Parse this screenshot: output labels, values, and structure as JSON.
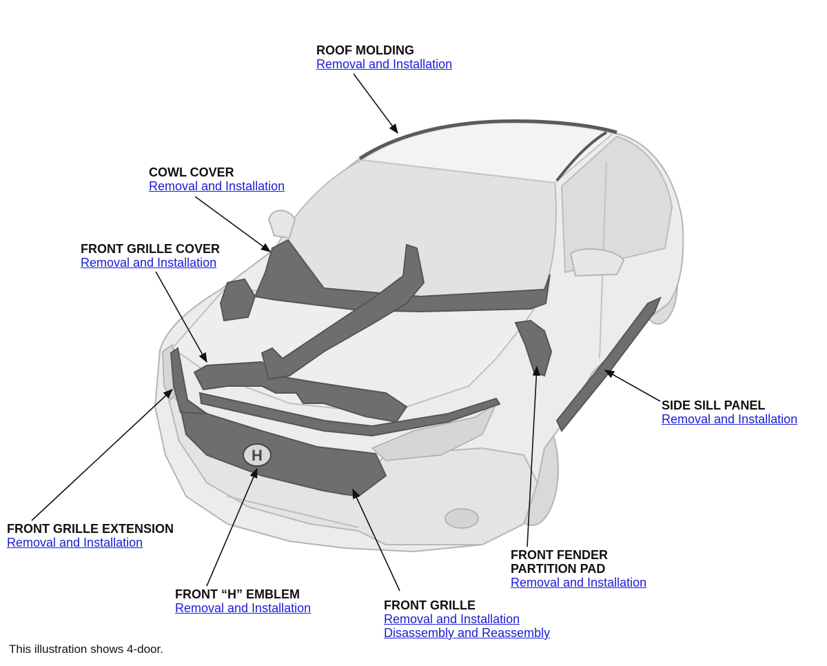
{
  "colors": {
    "link": "#1a1ad8",
    "body_light": "#e9e9e9",
    "body_mid": "#d6d6d6",
    "part_dark": "#6e6e6e",
    "outline": "#b4b4b4"
  },
  "callouts": {
    "roof_molding": {
      "title": "ROOF MOLDING",
      "links": [
        "Removal and Installation"
      ]
    },
    "cowl_cover": {
      "title": "COWL COVER",
      "links": [
        "Removal and Installation"
      ]
    },
    "front_grille_cover": {
      "title": "FRONT GRILLE COVER",
      "links": [
        "Removal and Installation"
      ]
    },
    "side_sill_panel": {
      "title": "SIDE SILL PANEL",
      "links": [
        "Removal and Installation"
      ]
    },
    "front_grille_extension": {
      "title": "FRONT GRILLE EXTENSION",
      "links": [
        "Removal and Installation"
      ]
    },
    "front_fender_partition_pad": {
      "title": "FRONT FENDER\nPARTITION PAD",
      "links": [
        "Removal and Installation"
      ]
    },
    "front_h_emblem": {
      "title": "FRONT “H” EMBLEM",
      "links": [
        "Removal and Installation"
      ]
    },
    "front_grille": {
      "title": "FRONT GRILLE",
      "links": [
        "Removal and Installation",
        "Disassembly and Reassembly"
      ]
    }
  },
  "emblem_letter": "H",
  "note": "This illustration shows 4-door."
}
